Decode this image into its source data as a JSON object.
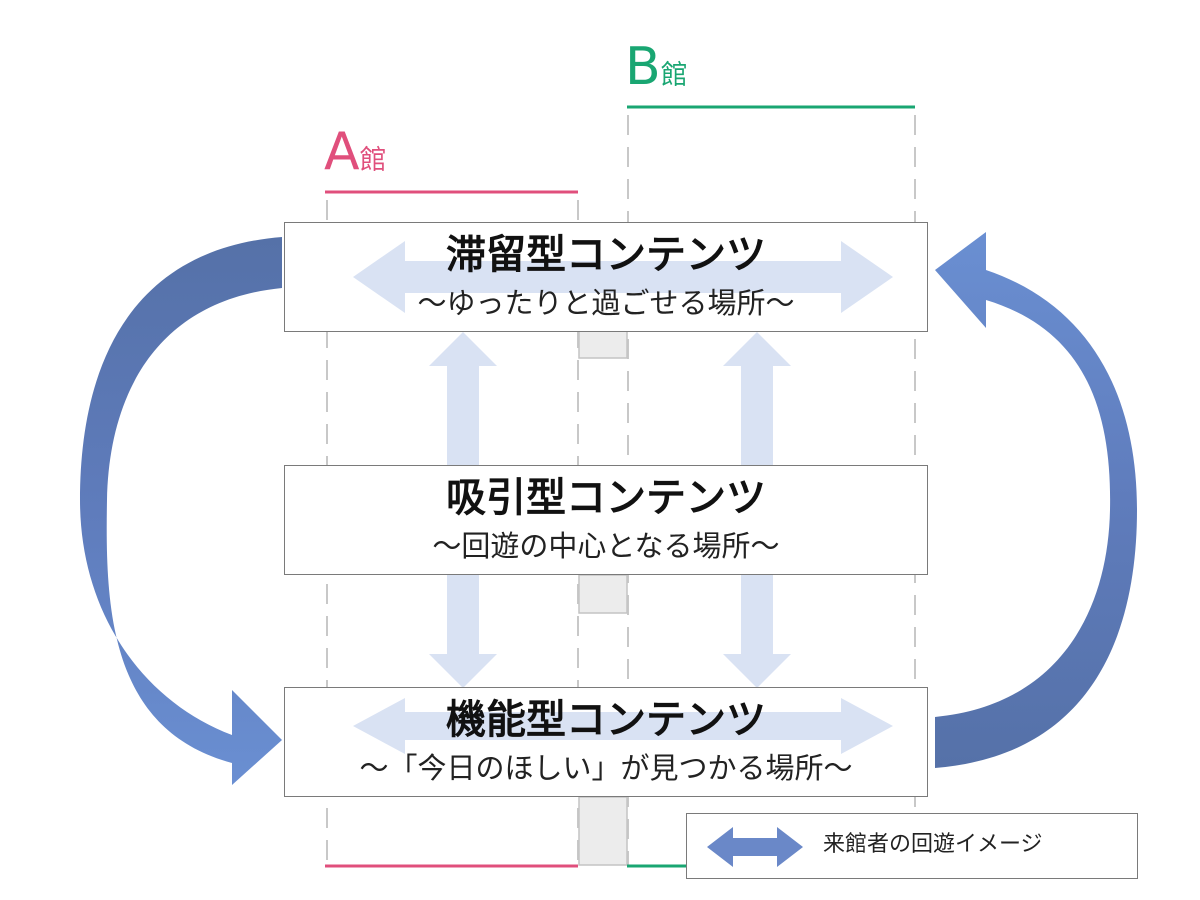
{
  "buildings": {
    "a": {
      "letter": "A",
      "suffix": "館",
      "color": "#e04f7c"
    },
    "b": {
      "letter": "B",
      "suffix": "館",
      "color": "#19a672"
    }
  },
  "contents": {
    "stay": {
      "title": "滞留型コンテンツ",
      "subtitle": "～ゆったりと過ごせる場所～"
    },
    "attract": {
      "title": "吸引型コンテンツ",
      "subtitle": "～回遊の中心となる場所～"
    },
    "function": {
      "title": "機能型コンテンツ",
      "subtitle": "～「今日のほしい」が見つかる場所～"
    }
  },
  "legend": {
    "label": "来館者の回遊イメージ",
    "icon": "double-arrow-icon"
  },
  "colors": {
    "flow_arrow": "#6a88c8",
    "flow_arrow_dark": "#5571a8",
    "movement_arrow": "#d9e2f3",
    "outline": "#c8c8c8",
    "corridor": "#ececec"
  }
}
